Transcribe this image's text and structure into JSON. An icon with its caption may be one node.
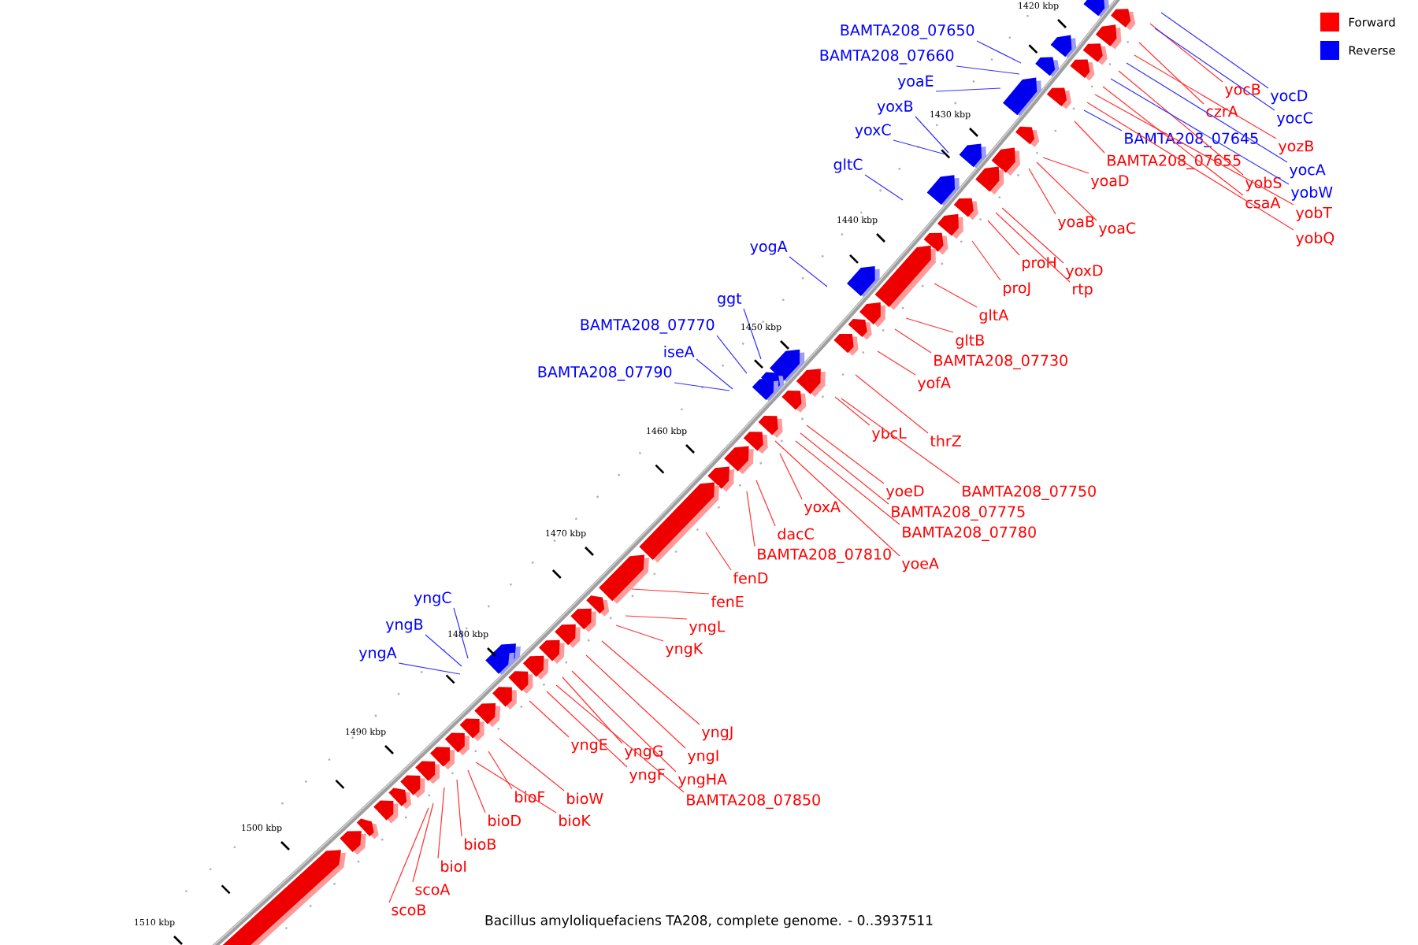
{
  "diagram": {
    "caption": "Bacillus amyloliquefaciens TA208, complete genome. - 0..3937511",
    "nodes": [
      {
        "text": [
          "BAMTA208_07650"
        ]
      },
      {
        "text": [
          "BAMTA208_07660"
        ]
      },
      {
        "text": [
          "yoaE"
        ]
      },
      {
        "text": [
          "yocB"
        ]
      },
      {
        "text": [
          "yocD"
        ]
      },
      {
        "text": [
          "yoxB"
        ]
      },
      {
        "text": [
          "czrA"
        ]
      },
      {
        "text": [
          "yocC"
        ]
      },
      {
        "text": [
          "yoxC"
        ]
      },
      {
        "text": [
          "BAMTA208_07645"
        ]
      },
      {
        "text": [
          "yozB"
        ]
      },
      {
        "text": [
          "BAMTA208_07655"
        ]
      },
      {
        "text": [
          "gltC"
        ]
      },
      {
        "text": [
          "yocA"
        ]
      },
      {
        "text": [
          "yoaD"
        ]
      },
      {
        "text": [
          "yobS"
        ]
      },
      {
        "text": [
          "yobW"
        ]
      },
      {
        "text": [
          "csaA"
        ]
      },
      {
        "text": [
          "yobT"
        ]
      },
      {
        "text": [
          "yoaB"
        ]
      },
      {
        "text": [
          "yoaC"
        ]
      },
      {
        "text": [
          "yobQ"
        ]
      },
      {
        "text": [
          "yogA"
        ]
      },
      {
        "text": [
          "proH"
        ]
      },
      {
        "text": [
          "yoxD"
        ]
      },
      {
        "text": [
          "proJ"
        ]
      },
      {
        "text": [
          "rtp"
        ]
      },
      {
        "text": [
          "ggt"
        ]
      },
      {
        "text": [
          "gltA"
        ]
      },
      {
        "text": [
          "BAMTA208_07770"
        ]
      },
      {
        "text": [
          "gltB"
        ]
      },
      {
        "text": [
          "iseA"
        ]
      },
      {
        "text": [
          "BAMTA208_07730"
        ]
      },
      {
        "text": [
          "BAMTA208_07790"
        ]
      },
      {
        "text": [
          "yofA"
        ]
      },
      {
        "text": [
          "ybcL"
        ]
      },
      {
        "text": [
          "thrZ"
        ]
      },
      {
        "text": [
          "BAMTA208_07750"
        ]
      },
      {
        "text": [
          "yoeD"
        ]
      },
      {
        "text": [
          "yoxA"
        ]
      },
      {
        "text": [
          "BAMTA208_07775"
        ]
      },
      {
        "text": [
          "BAMTA208_07780"
        ]
      },
      {
        "text": [
          "dacC"
        ]
      },
      {
        "text": [
          "BAMTA208_07810"
        ]
      },
      {
        "text": [
          "yoeA"
        ]
      },
      {
        "text": [
          "fenD"
        ]
      },
      {
        "text": [
          "yngC"
        ]
      },
      {
        "text": [
          "fenE"
        ]
      },
      {
        "text": [
          "yngB"
        ]
      },
      {
        "text": [
          "yngL"
        ]
      },
      {
        "text": [
          "yngK"
        ]
      },
      {
        "text": [
          "yngA"
        ]
      },
      {
        "text": [
          "yngJ"
        ]
      },
      {
        "text": [
          "yngE"
        ]
      },
      {
        "text": [
          "yngG"
        ]
      },
      {
        "text": [
          "yngI"
        ]
      },
      {
        "text": [
          "yngF"
        ]
      },
      {
        "text": [
          "yngHA"
        ]
      },
      {
        "text": [
          "bioF"
        ]
      },
      {
        "text": [
          "bioW"
        ]
      },
      {
        "text": [
          "BAMTA208_07850"
        ]
      },
      {
        "text": [
          "bioD"
        ]
      },
      {
        "text": [
          "bioK"
        ]
      },
      {
        "text": [
          "bioB"
        ]
      },
      {
        "text": [
          "bioI"
        ]
      },
      {
        "text": [
          "scoA"
        ]
      },
      {
        "text": [
          "scoB"
        ]
      }
    ],
    "edges": [
      {
        "from": 0,
        "to": null,
        "arrow": "none",
        "color": "#3333ff"
      },
      {
        "from": 1,
        "to": null,
        "arrow": "none",
        "color": "#3333ff"
      },
      {
        "from": 2,
        "to": null,
        "arrow": "none",
        "color": "#3333ff"
      },
      {
        "from": 3,
        "to": null,
        "arrow": "none"
      },
      {
        "from": 4,
        "to": null,
        "arrow": "none",
        "color": "#3333ff"
      },
      {
        "from": 5,
        "to": null,
        "arrow": "none",
        "color": "#3333ff"
      },
      {
        "from": 6,
        "to": null,
        "arrow": "none"
      },
      {
        "from": 7,
        "to": null,
        "arrow": "none",
        "color": "#3333ff"
      },
      {
        "from": 8,
        "to": null,
        "arrow": "none",
        "color": "#3333ff"
      },
      {
        "from": 9,
        "to": null,
        "arrow": "none",
        "color": "#3333ff"
      },
      {
        "from": 10,
        "to": null,
        "arrow": "none"
      },
      {
        "from": 11,
        "to": null,
        "arrow": "none"
      },
      {
        "from": 12,
        "to": null,
        "arrow": "none",
        "color": "#3333ff"
      },
      {
        "from": 13,
        "to": null,
        "arrow": "none",
        "color": "#3333ff"
      },
      {
        "from": 14,
        "to": null,
        "arrow": "none"
      },
      {
        "from": 15,
        "to": null,
        "arrow": "none"
      },
      {
        "from": 16,
        "to": null,
        "arrow": "none",
        "color": "#3333ff"
      },
      {
        "from": 17,
        "to": null,
        "arrow": "none"
      },
      {
        "from": 18,
        "to": null,
        "arrow": "none"
      },
      {
        "from": 19,
        "to": null,
        "arrow": "none"
      },
      {
        "from": 20,
        "to": null,
        "arrow": "none"
      },
      {
        "from": 21,
        "to": null,
        "arrow": "none"
      },
      {
        "from": 22,
        "to": null,
        "arrow": "none",
        "color": "#3333ff"
      },
      {
        "from": 23,
        "to": null,
        "arrow": "none"
      },
      {
        "from": 24,
        "to": null,
        "arrow": "none"
      },
      {
        "from": 25,
        "to": null,
        "arrow": "none"
      },
      {
        "from": 26,
        "to": null,
        "arrow": "none"
      },
      {
        "from": 27,
        "to": null,
        "arrow": "none",
        "color": "#3333ff"
      },
      {
        "from": 28,
        "to": null,
        "arrow": "none"
      },
      {
        "from": 29,
        "to": null,
        "arrow": "none",
        "color": "#3333ff"
      },
      {
        "from": 30,
        "to": null,
        "arrow": "none"
      },
      {
        "from": 31,
        "to": null,
        "arrow": "none",
        "color": "#3333ff"
      },
      {
        "from": 32,
        "to": null,
        "arrow": "none"
      },
      {
        "from": 33,
        "to": null,
        "arrow": "none",
        "color": "#3333ff"
      },
      {
        "from": 34,
        "to": null,
        "arrow": "none"
      },
      {
        "from": 35,
        "to": null,
        "arrow": "none"
      },
      {
        "from": 36,
        "to": null,
        "arrow": "none"
      },
      {
        "from": 37,
        "to": null,
        "arrow": "none"
      },
      {
        "from": 38,
        "to": null,
        "arrow": "none"
      },
      {
        "from": 39,
        "to": null,
        "arrow": "none"
      },
      {
        "from": 40,
        "to": null,
        "arrow": "none"
      },
      {
        "from": 41,
        "to": null,
        "arrow": "none"
      },
      {
        "from": 42,
        "to": null,
        "arrow": "none"
      },
      {
        "from": 43,
        "to": null,
        "arrow": "none"
      },
      {
        "from": 44,
        "to": null,
        "arrow": "none"
      },
      {
        "from": 45,
        "to": null,
        "arrow": "none"
      },
      {
        "from": 46,
        "to": null,
        "arrow": "none",
        "color": "#3333ff"
      },
      {
        "from": 47,
        "to": null,
        "arrow": "none"
      },
      {
        "from": 48,
        "to": null,
        "arrow": "none",
        "color": "#3333ff"
      },
      {
        "from": 49,
        "to": null,
        "arrow": "none"
      },
      {
        "from": 50,
        "to": null,
        "arrow": "none"
      },
      {
        "from": 51,
        "to": null,
        "arrow": "none",
        "color": "#3333ff"
      },
      {
        "from": 52,
        "to": null,
        "arrow": "none"
      },
      {
        "from": 53,
        "to": null,
        "arrow": "none"
      },
      {
        "from": 54,
        "to": null,
        "arrow": "none"
      },
      {
        "from": 55,
        "to": null,
        "arrow": "none"
      },
      {
        "from": 56,
        "to": null,
        "arrow": "none"
      },
      {
        "from": 57,
        "to": null,
        "arrow": "none"
      },
      {
        "from": 58,
        "to": null,
        "arrow": "none"
      },
      {
        "from": 59,
        "to": null,
        "arrow": "none"
      },
      {
        "from": 60,
        "to": null,
        "arrow": "none"
      },
      {
        "from": 61,
        "to": null,
        "arrow": "none"
      },
      {
        "from": 62,
        "to": null,
        "arrow": "none"
      },
      {
        "from": 63,
        "to": null,
        "arrow": "none"
      },
      {
        "from": 64,
        "to": null,
        "arrow": "none"
      },
      {
        "from": 65,
        "to": null,
        "arrow": "none"
      },
      {
        "from": 66,
        "to": null,
        "arrow": "none"
      }
    ],
    "labels": [
      "1420 kbp",
      "1430 kbp",
      "1440 kbp",
      "1450 kbp",
      "1460 kbp",
      "1470 kbp",
      "1480 kbp",
      "1490 kbp",
      "1500 kbp",
      "1510 kbp"
    ],
    "legend": [
      {
        "text": "Forward",
        "color": "#ff0000"
      },
      {
        "text": "Reverse",
        "color": "#0000ff"
      }
    ]
  }
}
